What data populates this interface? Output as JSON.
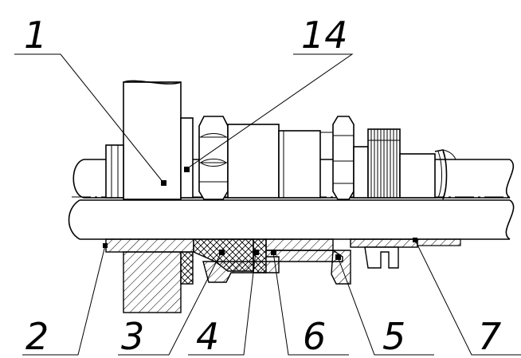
{
  "callouts": {
    "c1": "1",
    "c14": "14",
    "c2": "2",
    "c3": "3",
    "c4": "4",
    "c6": "6",
    "c5": "5",
    "c7": "7"
  }
}
